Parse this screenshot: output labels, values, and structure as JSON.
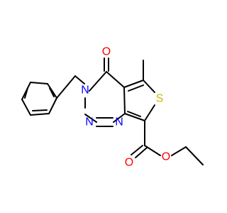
{
  "molecule": {
    "atoms": {
      "oxygen_ketone": "O",
      "sulfur": "S",
      "nitrogen_n3": "N",
      "nitrogen_n2": "N",
      "nitrogen_n1": "N",
      "oxygen_carbonyl": "O",
      "oxygen_ester": "O"
    },
    "colors": {
      "bond": "#000000",
      "oxygen": "#ff0000",
      "nitrogen": "#0000ff",
      "sulfur": "#ccbb00"
    }
  }
}
